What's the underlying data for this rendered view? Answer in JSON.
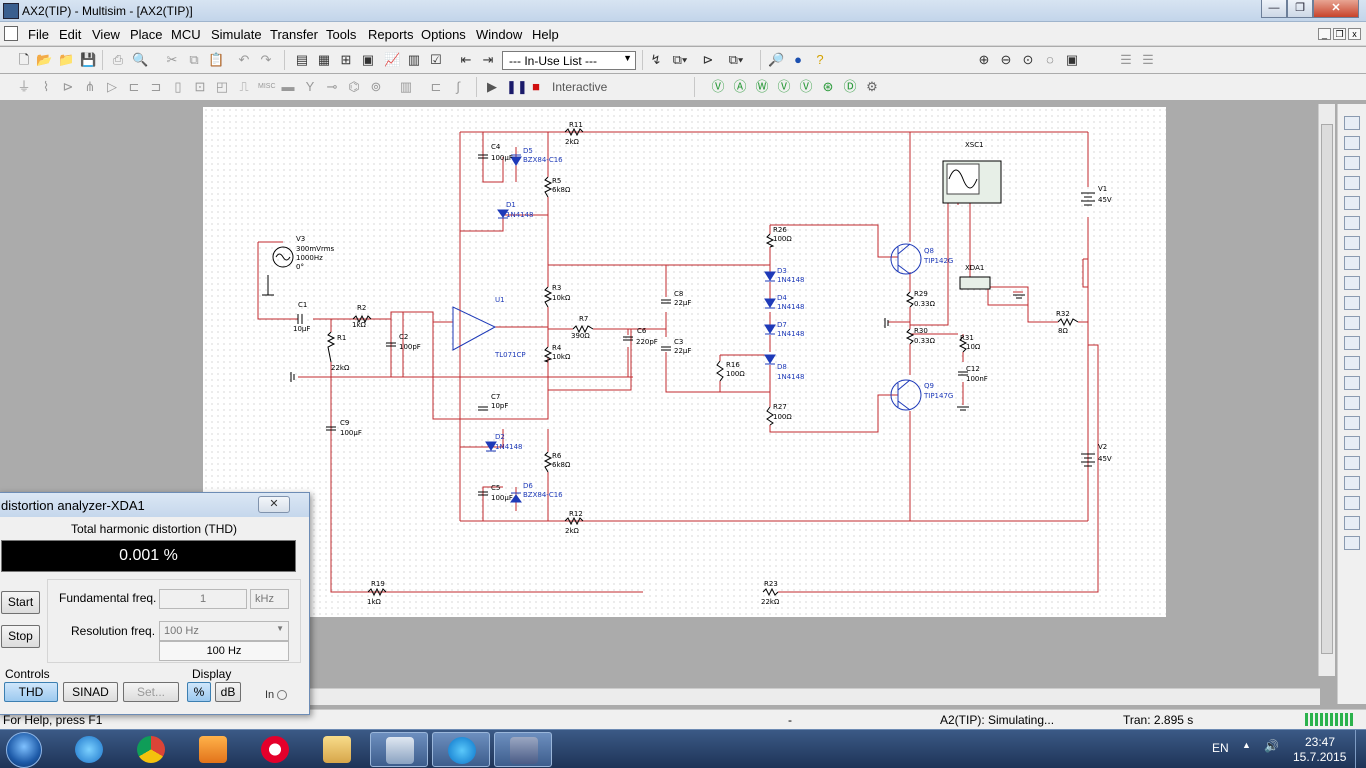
{
  "window": {
    "title": "AX2(TIP) - Multisim - [AX2(TIP)]",
    "minimize": "—",
    "maximize": "❐",
    "close": "✕"
  },
  "menu": {
    "items": [
      "File",
      "Edit",
      "View",
      "Place",
      "MCU",
      "Simulate",
      "Transfer",
      "Tools",
      "Reports",
      "Options",
      "Window",
      "Help"
    ]
  },
  "toolbar": {
    "in_use_list": "--- In-Use List ---",
    "interactive": "Interactive"
  },
  "schematic": {
    "labels": [
      {
        "id": "R11",
        "text": "R11"
      },
      {
        "id": "R11v",
        "text": "2kΩ"
      },
      {
        "id": "C4",
        "text": "C4"
      },
      {
        "id": "C4v",
        "text": "100µF"
      },
      {
        "id": "D5",
        "text": "D5"
      },
      {
        "id": "D5v",
        "text": "BZX84-C16"
      },
      {
        "id": "R5",
        "text": "R5"
      },
      {
        "id": "R5v",
        "text": "6k8Ω"
      },
      {
        "id": "D1",
        "text": "D1"
      },
      {
        "id": "D1v",
        "text": "1N4148"
      },
      {
        "id": "V3",
        "text": "V3"
      },
      {
        "id": "V3a",
        "text": "300mVrms"
      },
      {
        "id": "V3b",
        "text": "1000Hz"
      },
      {
        "id": "V3c",
        "text": "0°"
      },
      {
        "id": "C1",
        "text": "C1"
      },
      {
        "id": "C1v",
        "text": "10µF"
      },
      {
        "id": "R2",
        "text": "R2"
      },
      {
        "id": "R2v",
        "text": "1kΩ"
      },
      {
        "id": "C2",
        "text": "C2"
      },
      {
        "id": "C2v",
        "text": "100pF"
      },
      {
        "id": "R1",
        "text": "R1"
      },
      {
        "id": "R1v",
        "text": "22kΩ"
      },
      {
        "id": "U1",
        "text": "U1"
      },
      {
        "id": "U1v",
        "text": "TL071CP"
      },
      {
        "id": "R3",
        "text": "R3"
      },
      {
        "id": "R3v",
        "text": "10kΩ"
      },
      {
        "id": "R7",
        "text": "R7"
      },
      {
        "id": "R7v",
        "text": "390Ω"
      },
      {
        "id": "C6",
        "text": "C6"
      },
      {
        "id": "C6v",
        "text": "220pF"
      },
      {
        "id": "C8",
        "text": "C8"
      },
      {
        "id": "C8v",
        "text": "22µF"
      },
      {
        "id": "C3",
        "text": "C3"
      },
      {
        "id": "C3v",
        "text": "22µF"
      },
      {
        "id": "R4",
        "text": "R4"
      },
      {
        "id": "R4v",
        "text": "10kΩ"
      },
      {
        "id": "C7",
        "text": "C7"
      },
      {
        "id": "C7v",
        "text": "10pF"
      },
      {
        "id": "C9",
        "text": "C9"
      },
      {
        "id": "C9v",
        "text": "100µF"
      },
      {
        "id": "D2",
        "text": "D2"
      },
      {
        "id": "D2v",
        "text": "1N4148"
      },
      {
        "id": "R6",
        "text": "R6"
      },
      {
        "id": "R6v",
        "text": "6k8Ω"
      },
      {
        "id": "C5",
        "text": "C5"
      },
      {
        "id": "C5v",
        "text": "100µF"
      },
      {
        "id": "D6",
        "text": "D6"
      },
      {
        "id": "D6v",
        "text": "BZX84-C16"
      },
      {
        "id": "R12",
        "text": "R12"
      },
      {
        "id": "R12v",
        "text": "2kΩ"
      },
      {
        "id": "R26",
        "text": "R26"
      },
      {
        "id": "R26v",
        "text": "100Ω"
      },
      {
        "id": "D3",
        "text": "D3"
      },
      {
        "id": "D3v",
        "text": "1N4148"
      },
      {
        "id": "D4",
        "text": "D4"
      },
      {
        "id": "D4v",
        "text": "1N4148"
      },
      {
        "id": "D7",
        "text": "D7"
      },
      {
        "id": "D7v",
        "text": "1N4148"
      },
      {
        "id": "R16",
        "text": "R16"
      },
      {
        "id": "R16v",
        "text": "100Ω"
      },
      {
        "id": "D8",
        "text": "D8"
      },
      {
        "id": "D8v",
        "text": "1N4148"
      },
      {
        "id": "R27",
        "text": "R27"
      },
      {
        "id": "R27v",
        "text": "100Ω"
      },
      {
        "id": "Q8",
        "text": "Q8"
      },
      {
        "id": "Q8v",
        "text": "TIP142G"
      },
      {
        "id": "R29",
        "text": "R29"
      },
      {
        "id": "R29v",
        "text": "0.33Ω"
      },
      {
        "id": "R30",
        "text": "R30"
      },
      {
        "id": "R30v",
        "text": "0.33Ω"
      },
      {
        "id": "Q9",
        "text": "Q9"
      },
      {
        "id": "Q9v",
        "text": "TIP147G"
      },
      {
        "id": "XSC1",
        "text": "XSC1"
      },
      {
        "id": "XDA1",
        "text": "XDA1"
      },
      {
        "id": "R32",
        "text": "R32"
      },
      {
        "id": "R32v",
        "text": "8Ω"
      },
      {
        "id": "R31",
        "text": "R31"
      },
      {
        "id": "R31v",
        "text": "10Ω"
      },
      {
        "id": "C12",
        "text": "C12"
      },
      {
        "id": "C12v",
        "text": "100nF"
      },
      {
        "id": "V1",
        "text": "V1"
      },
      {
        "id": "V1v",
        "text": "45V"
      },
      {
        "id": "V2",
        "text": "V2"
      },
      {
        "id": "V2v",
        "text": "45V"
      },
      {
        "id": "R19",
        "text": "R19"
      },
      {
        "id": "R19v",
        "text": "1kΩ"
      },
      {
        "id": "R23",
        "text": "R23"
      },
      {
        "id": "R23v",
        "text": "22kΩ"
      }
    ]
  },
  "analyzer": {
    "title": "distortion analyzer-XDA1",
    "thd_label": "Total harmonic distortion (THD)",
    "thd_value": "0.001 %",
    "start": "Start",
    "stop": "Stop",
    "fundamental_label": "Fundamental freq.",
    "fundamental_value": "1",
    "fundamental_unit": "kHz",
    "resolution_label": "Resolution freq.",
    "resolution_value": "100 Hz",
    "resolution_display": "100 Hz",
    "controls_label": "Controls",
    "display_label": "Display",
    "thd_btn": "THD",
    "sinad_btn": "SINAD",
    "set_btn": "Set...",
    "pct_btn": "%",
    "db_btn": "dB",
    "in_label": "In"
  },
  "status": {
    "help": "For Help, press F1",
    "dash": "-",
    "sim_state": "A2(TIP): Simulating...",
    "tran": "Tran: 2.895 s"
  },
  "taskbar": {
    "lang": "EN",
    "time": "23:47",
    "date": "15.7.2015"
  },
  "colors": {
    "wire": "#c0282e",
    "component": "#c0282e",
    "diode": "#1e3ab8",
    "label": "#000000"
  }
}
